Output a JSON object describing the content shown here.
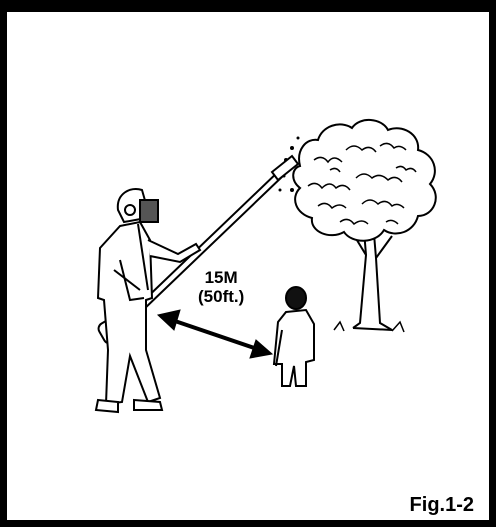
{
  "figure": {
    "label": "Fig.1-2",
    "distance_metric": "15M",
    "distance_imperial": "(50ft.)"
  },
  "icons": [
    "operator-with-hedge-trimmer",
    "child-bystander",
    "tree",
    "double-arrow"
  ]
}
